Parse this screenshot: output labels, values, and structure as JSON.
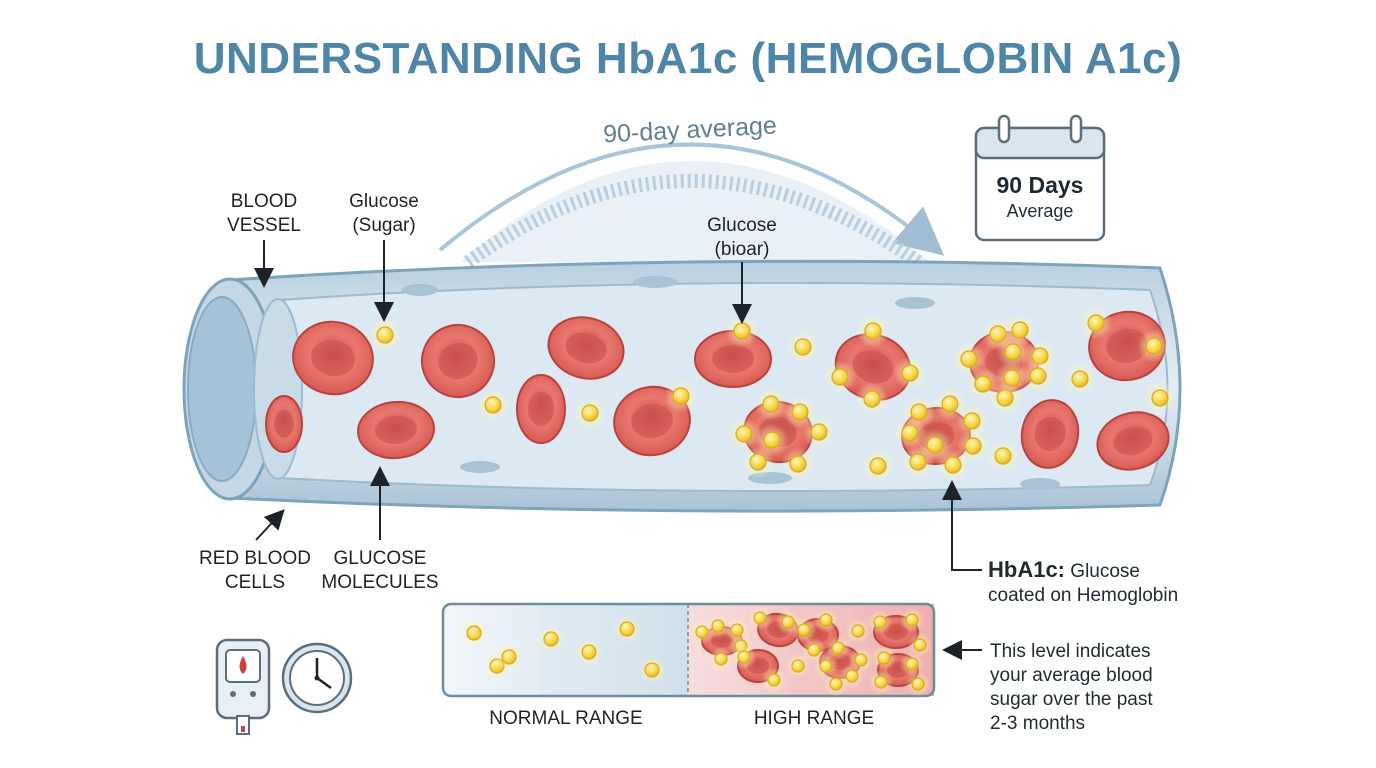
{
  "title": "UNDERSTANDING HbA1c (HEMOGLOBIN A1c)",
  "arc_label": "90-day average",
  "calendar": {
    "days": "90 Days",
    "sub": "Average"
  },
  "labels": {
    "blood_vessel": [
      "BLOOD",
      "VESSEL"
    ],
    "glucose_sugar": [
      "Glucose",
      "(Sugar)"
    ],
    "glucose_bioar": [
      "Glucose",
      "(bioar)"
    ],
    "red_blood_cells": [
      "RED BLOOD",
      "CELLS"
    ],
    "glucose_molecules": [
      "GLUCOSE",
      "MOLECULES"
    ]
  },
  "hba1c": {
    "term": "HbA1c:",
    "line1": "Glucose",
    "line2": "coated on Hemoglobin"
  },
  "level_note": [
    "This level indicates",
    "your average blood",
    "sugar over the past",
    "2-3 months"
  ],
  "ranges": {
    "normal": "NORMAL RANGE",
    "high": "HIGH RANGE"
  },
  "colors": {
    "title": "#4f86a8",
    "vessel_fill": "#dbe8f2",
    "vessel_edge": "#7ea3bd",
    "rbc": "#e06a62",
    "rbc_dark": "#c94a45",
    "glucose": "#f7d84a",
    "glucose_glow": "#fff0a8"
  },
  "icons": [
    "calendar-icon",
    "glucometer-icon",
    "clock-icon",
    "arrow-icon"
  ]
}
